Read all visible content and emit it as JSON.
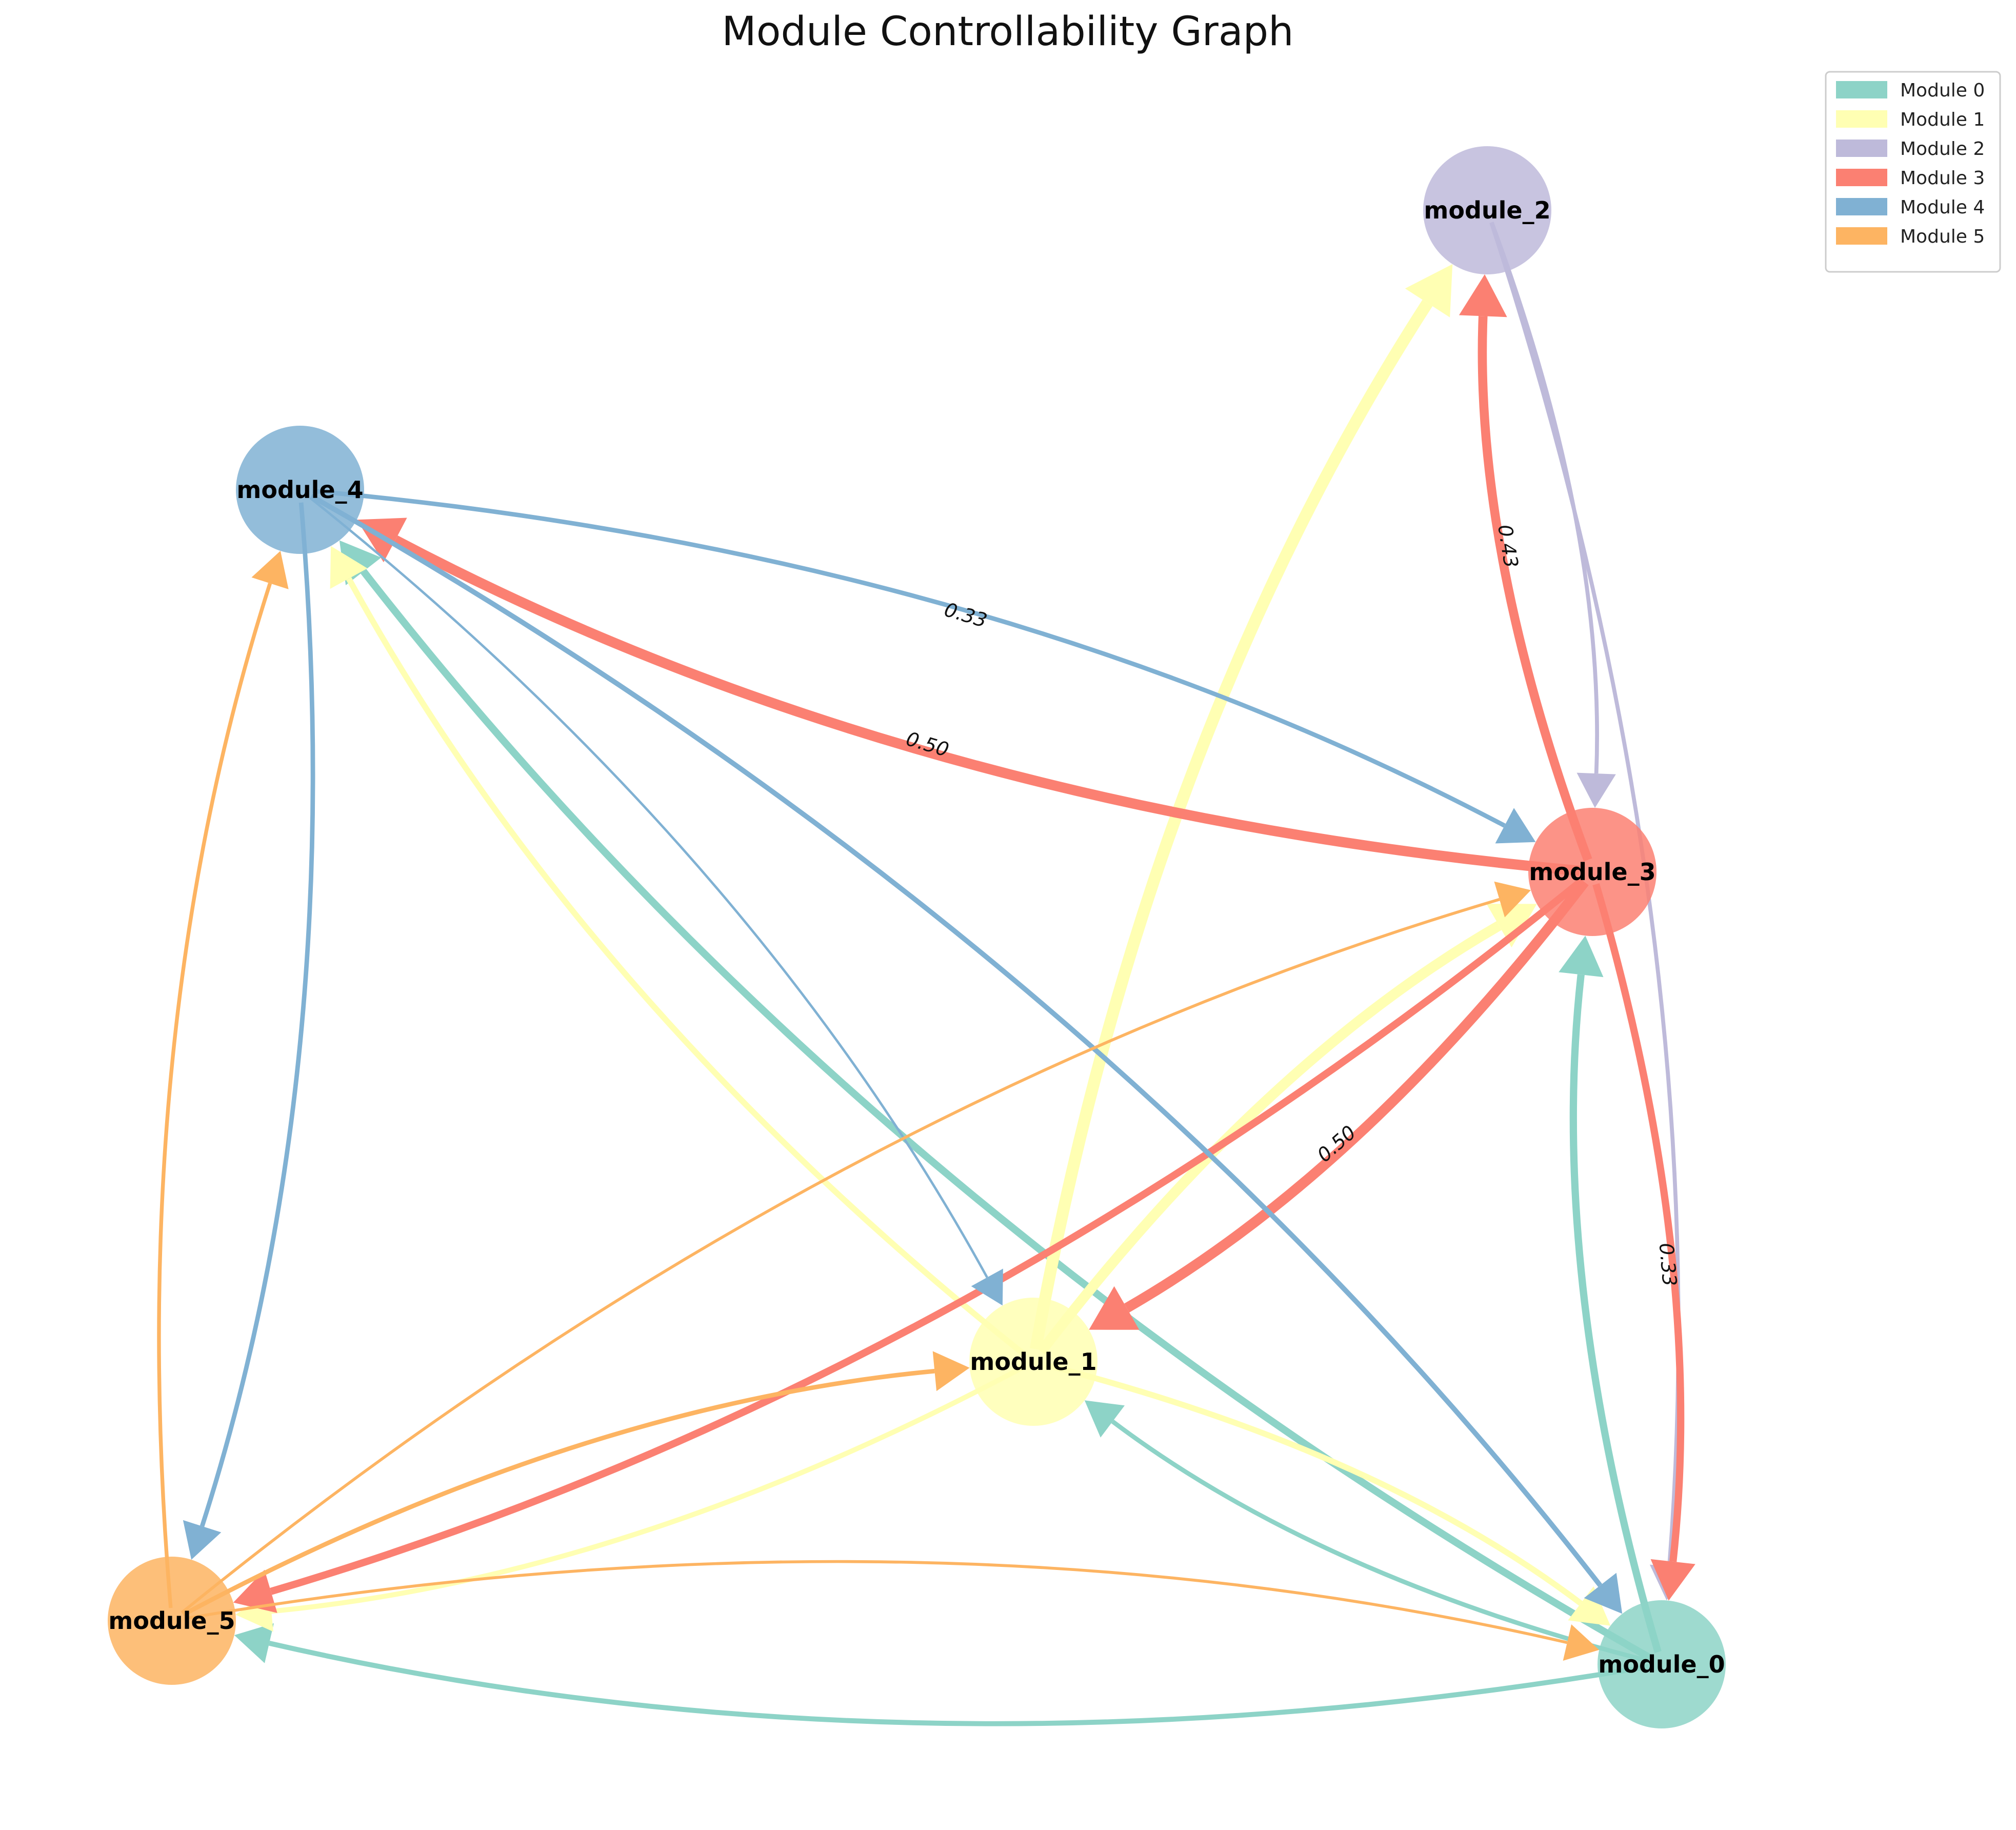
{
  "title": "Module Controllability Graph",
  "modules": [
    {
      "id": "module_0",
      "label": "module_0",
      "color": "#8dd3c7"
    },
    {
      "id": "module_1",
      "label": "module_1",
      "color": "#ffffb3"
    },
    {
      "id": "module_2",
      "label": "module_2",
      "color": "#bebada"
    },
    {
      "id": "module_3",
      "label": "module_3",
      "color": "#fb8072"
    },
    {
      "id": "module_4",
      "label": "module_4",
      "color": "#80b1d3"
    },
    {
      "id": "module_5",
      "label": "module_5",
      "color": "#fdb462"
    }
  ],
  "legend": [
    {
      "label": "Module 0",
      "color": "#8dd3c7"
    },
    {
      "label": "Module 1",
      "color": "#ffffb3"
    },
    {
      "label": "Module 2",
      "color": "#bebada"
    },
    {
      "label": "Module 3",
      "color": "#fb8072"
    },
    {
      "label": "Module 4",
      "color": "#80b1d3"
    },
    {
      "label": "Module 5",
      "color": "#fdb462"
    }
  ],
  "edges": [
    {
      "from": "module_0",
      "to": "module_1",
      "weight": 0.17,
      "label": ""
    },
    {
      "from": "module_0",
      "to": "module_3",
      "weight": 0.33,
      "label": ""
    },
    {
      "from": "module_0",
      "to": "module_4",
      "weight": 0.33,
      "label": ""
    },
    {
      "from": "module_0",
      "to": "module_5",
      "weight": 0.2,
      "label": ""
    },
    {
      "from": "module_1",
      "to": "module_0",
      "weight": 0.25,
      "label": ""
    },
    {
      "from": "module_1",
      "to": "module_2",
      "weight": 0.6,
      "label": ""
    },
    {
      "from": "module_1",
      "to": "module_3",
      "weight": 0.5,
      "label": ""
    },
    {
      "from": "module_1",
      "to": "module_4",
      "weight": 0.25,
      "label": ""
    },
    {
      "from": "module_1",
      "to": "module_5",
      "weight": 0.2,
      "label": ""
    },
    {
      "from": "module_2",
      "to": "module_0",
      "weight": 0.14,
      "label": ""
    },
    {
      "from": "module_2",
      "to": "module_3",
      "weight": 0.14,
      "label": ""
    },
    {
      "from": "module_3",
      "to": "module_0",
      "weight": 0.33,
      "label": "0.33"
    },
    {
      "from": "module_3",
      "to": "module_1",
      "weight": 0.5,
      "label": "0.50"
    },
    {
      "from": "module_3",
      "to": "module_2",
      "weight": 0.43,
      "label": "0.43"
    },
    {
      "from": "module_3",
      "to": "module_4",
      "weight": 0.5,
      "label": "0.50"
    },
    {
      "from": "module_3",
      "to": "module_5",
      "weight": 0.33,
      "label": ""
    },
    {
      "from": "module_4",
      "to": "module_0",
      "weight": 0.2,
      "label": ""
    },
    {
      "from": "module_4",
      "to": "module_1",
      "weight": 0.05,
      "label": ""
    },
    {
      "from": "module_4",
      "to": "module_3",
      "weight": 0.17,
      "label": "0.33"
    },
    {
      "from": "module_4",
      "to": "module_5",
      "weight": 0.17,
      "label": ""
    },
    {
      "from": "module_5",
      "to": "module_0",
      "weight": 0.08,
      "label": ""
    },
    {
      "from": "module_5",
      "to": "module_1",
      "weight": 0.17,
      "label": ""
    },
    {
      "from": "module_5",
      "to": "module_3",
      "weight": 0.08,
      "label": ""
    },
    {
      "from": "module_5",
      "to": "module_4",
      "weight": 0.13,
      "label": ""
    }
  ]
}
